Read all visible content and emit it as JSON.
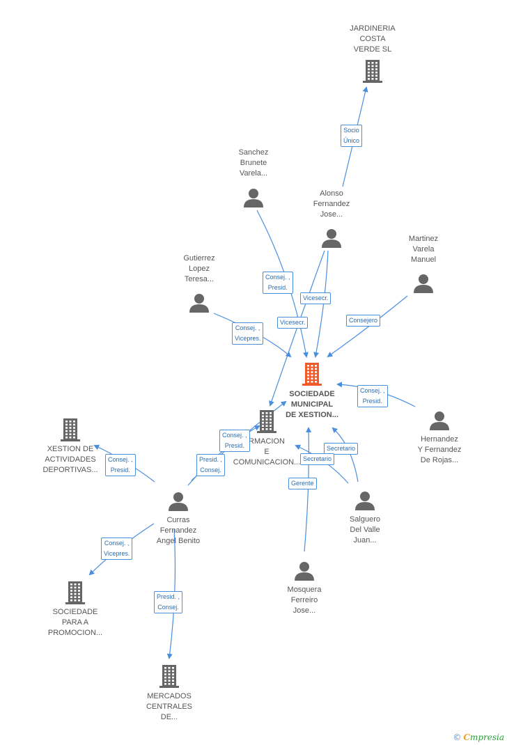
{
  "colors": {
    "edge": "#4a8ede",
    "node_gray": "#666666",
    "node_main": "#f05a28",
    "label_text": "#555555",
    "edge_label_text": "#2b6cb0"
  },
  "nodes": {
    "main": {
      "label": [
        "SOCIEDADE",
        "MUNICIPAL",
        "DE XESTION..."
      ],
      "type": "company",
      "icon": "building-icon"
    },
    "jardineria": {
      "label": [
        "JARDINERIA",
        "COSTA",
        "VERDE  SL"
      ],
      "type": "company",
      "icon": "building-icon"
    },
    "sanchez": {
      "label": [
        "Sanchez",
        "Brunete",
        "Varela..."
      ],
      "type": "person",
      "icon": "person-icon"
    },
    "alonso": {
      "label": [
        "Alonso",
        "Fernandez",
        "Jose..."
      ],
      "type": "person",
      "icon": "person-icon"
    },
    "martinez": {
      "label": [
        "Martinez",
        "Varela",
        "Manuel"
      ],
      "type": "person",
      "icon": "person-icon"
    },
    "gutierrez": {
      "label": [
        "Gutierrez",
        "Lopez",
        "Teresa..."
      ],
      "type": "person",
      "icon": "person-icon"
    },
    "hernandez": {
      "label": [
        "Hernandez",
        "Y Fernandez",
        "De Rojas..."
      ],
      "type": "person",
      "icon": "person-icon"
    },
    "formacion": {
      "label": [
        "RMACION",
        "E",
        "COMUNICACION..."
      ],
      "type": "company",
      "icon": "building-icon"
    },
    "xestion_act": {
      "label": [
        "XESTION DE",
        "ACTIVIDADES",
        "DEPORTIVAS..."
      ],
      "type": "company",
      "icon": "building-icon"
    },
    "curras": {
      "label": [
        "Curras",
        "Fernandez",
        "Angel Benito"
      ],
      "type": "person",
      "icon": "person-icon"
    },
    "salguero": {
      "label": [
        "Salguero",
        "Del Valle",
        "Juan..."
      ],
      "type": "person",
      "icon": "person-icon"
    },
    "mosquera": {
      "label": [
        "Mosquera",
        "Ferreiro",
        "Jose..."
      ],
      "type": "person",
      "icon": "person-icon"
    },
    "sociedade_promo": {
      "label": [
        "SOCIEDADE",
        "PARA A",
        "PROMOCION..."
      ],
      "type": "company",
      "icon": "building-icon"
    },
    "mercados": {
      "label": [
        "MERCADOS",
        "CENTRALES",
        "DE..."
      ],
      "type": "company",
      "icon": "building-icon"
    }
  },
  "edges": [
    {
      "from": "alonso",
      "to": "jardineria",
      "label": [
        "Socio",
        "Único"
      ]
    },
    {
      "from": "sanchez",
      "to": "main",
      "label": [
        "Consej. ,",
        "Presid."
      ]
    },
    {
      "from": "alonso",
      "to": "main",
      "label": [
        "Vicesecr."
      ]
    },
    {
      "from": "alonso",
      "to": "formacion",
      "label": [
        "Vicesecr."
      ]
    },
    {
      "from": "martinez",
      "to": "main",
      "label": [
        "Consejero"
      ]
    },
    {
      "from": "gutierrez",
      "to": "main",
      "label": [
        "Consej. ,",
        "Vicepres."
      ]
    },
    {
      "from": "hernandez",
      "to": "main",
      "label": [
        "Consej. ,",
        "Presid."
      ]
    },
    {
      "from": "curras",
      "to": "formacion",
      "label": [
        "Consej. ,",
        "Presid."
      ]
    },
    {
      "from": "curras",
      "to": "formacion",
      "label": [
        "Presid. ,",
        "Consej."
      ]
    },
    {
      "from": "curras",
      "to": "xestion_act",
      "label": [
        "Consej. ,",
        "Presid."
      ]
    },
    {
      "from": "curras",
      "to": "sociedade_promo",
      "label": [
        "Consej. ,",
        "Vicepres."
      ]
    },
    {
      "from": "curras",
      "to": "mercados",
      "label": [
        "Presid. ,",
        "Consej."
      ]
    },
    {
      "from": "salguero",
      "to": "main",
      "label": [
        "Secretario"
      ]
    },
    {
      "from": "salguero",
      "to": "formacion",
      "label": [
        "Secretario"
      ]
    },
    {
      "from": "mosquera",
      "to": "main",
      "label": [
        "Gerente"
      ]
    }
  ],
  "brand": {
    "copyright": "©",
    "name_first": "C",
    "name_rest": "mpresia"
  }
}
